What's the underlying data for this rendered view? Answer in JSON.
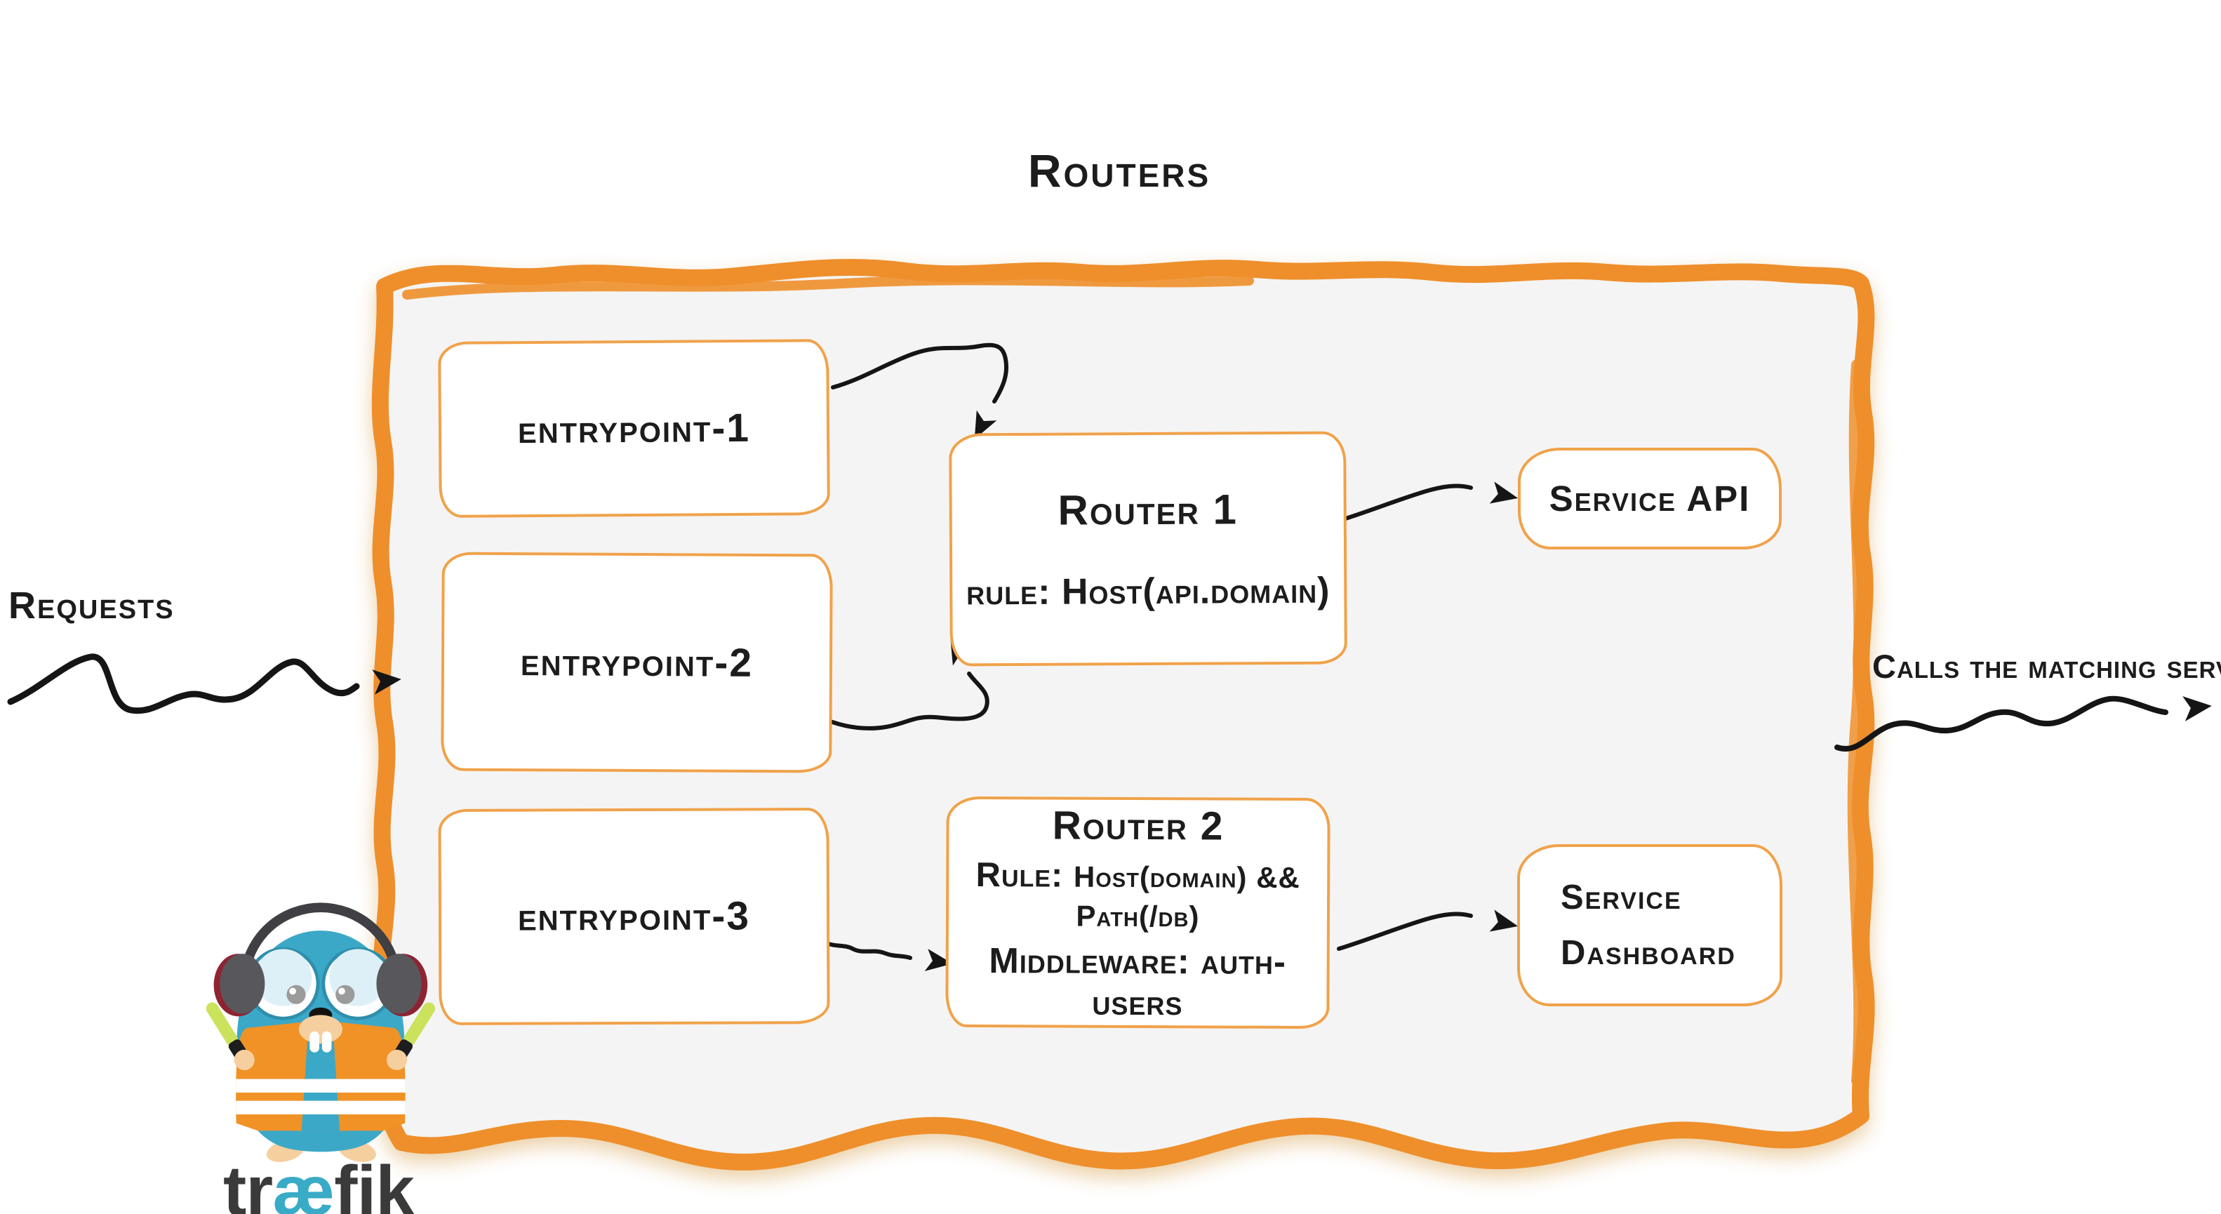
{
  "title": "Routers",
  "annotations": {
    "requests": "Requests",
    "calls_matching_server": "Calls the matching server"
  },
  "entrypoints": [
    {
      "label": "entrypoint-1"
    },
    {
      "label": "entrypoint-2"
    },
    {
      "label": "entrypoint-3"
    }
  ],
  "routers": [
    {
      "name": "Router 1",
      "rule_label": "rule:",
      "rule_value": "Host(api.domain)"
    },
    {
      "name": "Router 2",
      "rule_label": "Rule:",
      "rule_value": "Host(domain) && Path(/db)",
      "middleware_label": "Middleware:",
      "middleware_value": "auth-users"
    }
  ],
  "services": [
    {
      "label": "Service API"
    },
    {
      "label": "Service Dashboard"
    }
  ],
  "logo": {
    "wordmark": {
      "pre": "tr",
      "ligature": "æ",
      "post": "fik"
    }
  },
  "colors": {
    "frame_orange": "#EE8F2B",
    "box_border_orange": "#F0A24A",
    "panel_fill": "#F4F4F4",
    "ink": "#1C1C1C",
    "logo_teal": "#3CA8C8",
    "logo_vest_orange": "#F09226",
    "logo_text_gray": "#3A3A3A",
    "logo_stick_green": "#CBE25D"
  }
}
